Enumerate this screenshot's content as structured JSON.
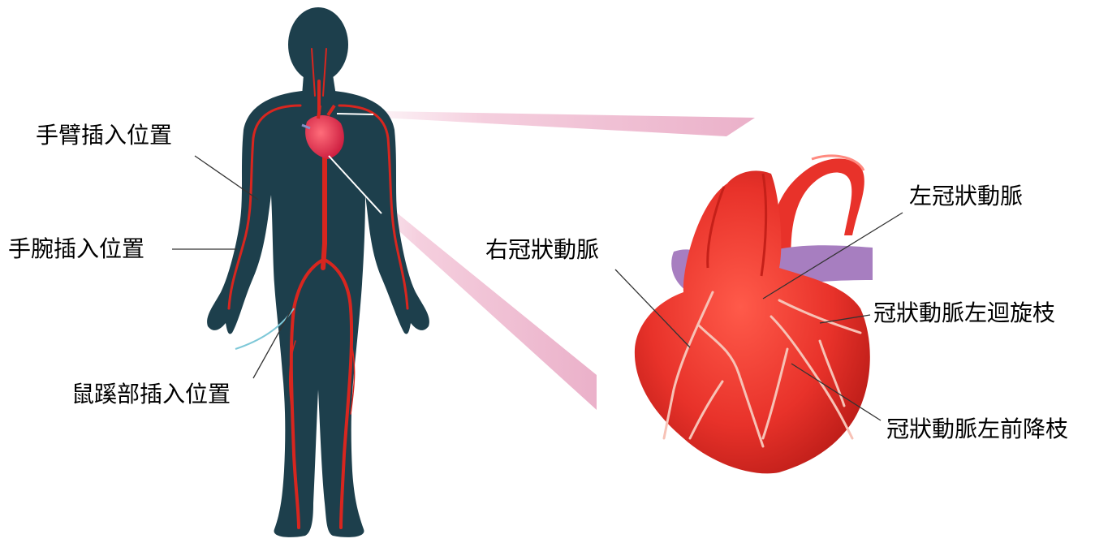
{
  "labels": {
    "arm_insertion": "手臂插入位置",
    "wrist_insertion": "手腕插入位置",
    "groin_insertion": "鼠蹊部插入位置",
    "right_coronary": "右冠狀動脈",
    "left_coronary": "左冠狀動脈",
    "left_circumflex": "冠狀動脈左迴旋枝",
    "left_anterior_descending": "冠狀動脈左前降枝"
  },
  "colors": {
    "body_silhouette": "#1d3f4c",
    "artery": "#d8261f",
    "heart": "#e8322a",
    "heart_shadow": "#b71a16",
    "vessel_purple": "#a77ec0",
    "zoom_beam": "#f3c6d8",
    "catheter": "#7ec8d8",
    "leader_line": "#333333"
  }
}
